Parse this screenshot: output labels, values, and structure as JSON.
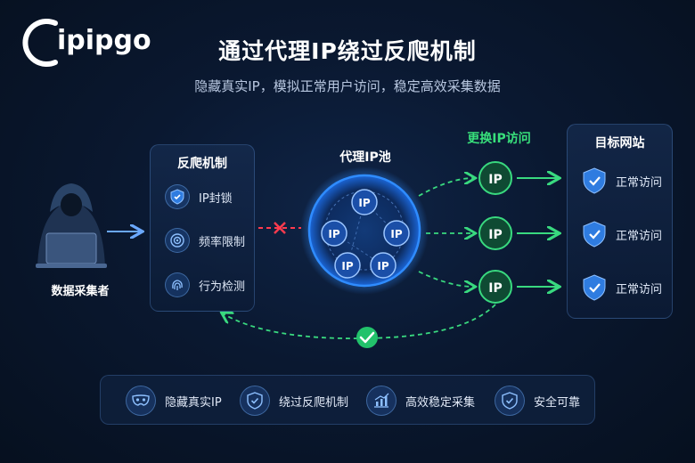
{
  "logo": {
    "text": "ipipgo"
  },
  "header": {
    "title": "通过代理IP绕过反爬机制",
    "subtitle": "隐藏真实IP，模拟正常用户访问，稳定高效采集数据"
  },
  "collector": {
    "label": "数据采集者",
    "icon": "hacker-laptop-icon"
  },
  "anti_crawl": {
    "title": "反爬机制",
    "items": [
      {
        "label": "IP封锁",
        "icon": "shield-check-icon"
      },
      {
        "label": "频率限制",
        "icon": "target-icon"
      },
      {
        "label": "行为检测",
        "icon": "fingerprint-icon"
      }
    ]
  },
  "pool": {
    "title": "代理IP池",
    "node_label": "IP",
    "nodes": [
      "IP",
      "IP",
      "IP",
      "IP",
      "IP"
    ]
  },
  "switch": {
    "label": "更换IP访问",
    "nodes": [
      "IP",
      "IP",
      "IP"
    ]
  },
  "target": {
    "title": "目标网站",
    "items": [
      {
        "label": "正常访问",
        "icon": "shield-check-icon"
      },
      {
        "label": "正常访问",
        "icon": "shield-check-icon"
      },
      {
        "label": "正常访问",
        "icon": "shield-check-icon"
      }
    ]
  },
  "features": [
    {
      "label": "隐藏真实IP",
      "icon": "mask-icon"
    },
    {
      "label": "绕过反爬机制",
      "icon": "shield-check-icon"
    },
    {
      "label": "高效稳定采集",
      "icon": "chart-up-icon"
    },
    {
      "label": "安全可靠",
      "icon": "shield-check-icon"
    }
  ],
  "colors": {
    "accent_blue": "#2f8cff",
    "success_green": "#2fd17a",
    "block_red": "#ff3b4e",
    "background": "#0a1830"
  }
}
